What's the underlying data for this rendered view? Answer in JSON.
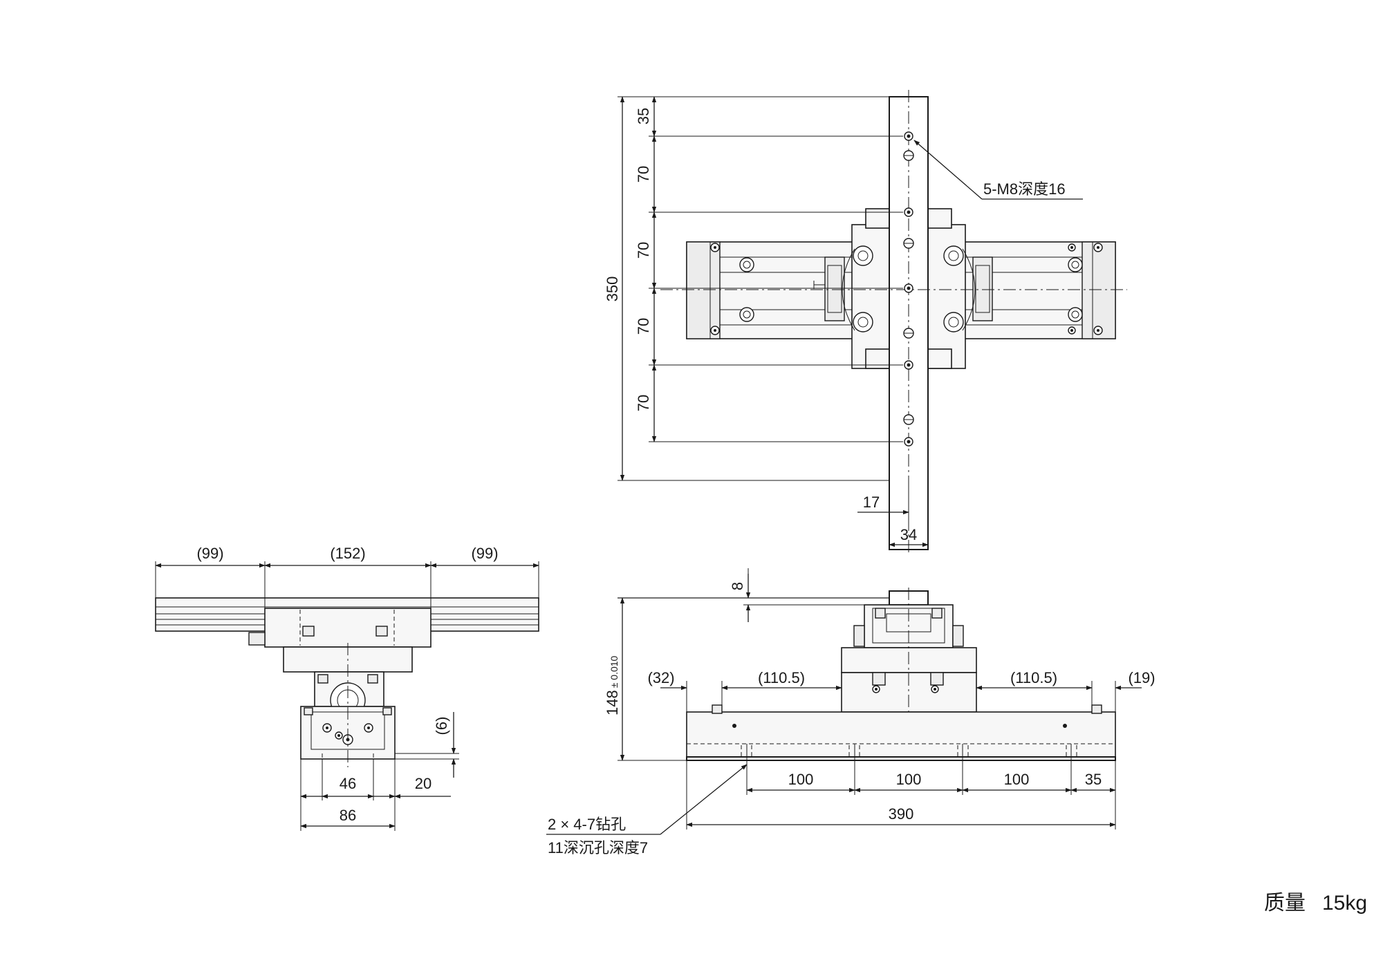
{
  "top_view": {
    "dims_vertical": [
      "35",
      "70",
      "70",
      "70",
      "70"
    ],
    "dim_total": "350",
    "dim_offset": "17",
    "dim_width": "34",
    "hole_callout": "5-M8深度16"
  },
  "left_view": {
    "dims_top": [
      "(99)",
      "(152)",
      "(99)"
    ],
    "dim_side": "(6)",
    "dim_inner": "46",
    "dim_right": "20",
    "dim_width": "86"
  },
  "front_view": {
    "dim_top_gap": "8",
    "dim_height_main": "148",
    "dim_height_tol": "± 0.010",
    "dims_top": [
      "(32)",
      "(110.5)",
      "(110.5)",
      "(19)"
    ],
    "dims_pitch": [
      "100",
      "100",
      "100",
      "35"
    ],
    "dim_total": "390",
    "hole_note_line1": "2 × 4-7钻孔",
    "hole_note_line2": "11深沉孔深度7"
  },
  "mass": {
    "label": "质量",
    "value": "15kg"
  }
}
